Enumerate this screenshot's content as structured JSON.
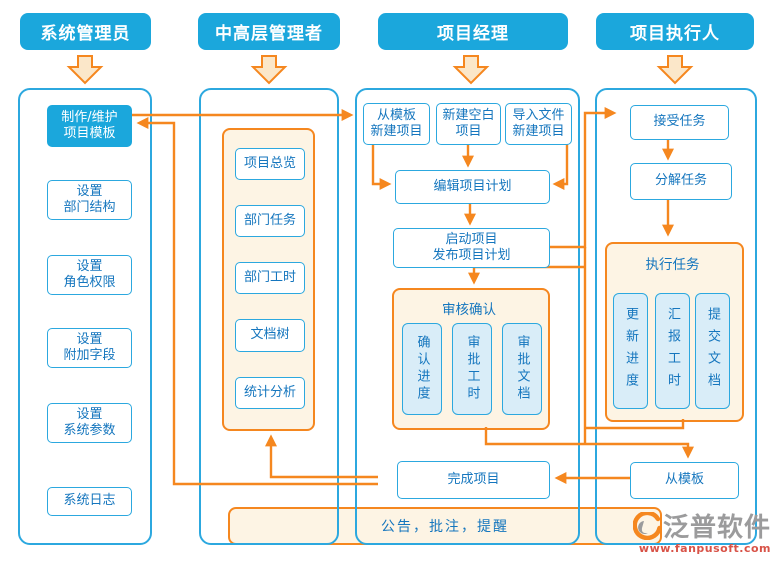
{
  "colors": {
    "header_bg": "#1BA7DC",
    "box_border": "#2CA8DF",
    "box_text": "#1576BE",
    "orange": "#F5871F",
    "cream": "#FDF4E4",
    "arrow_fill": "#FBE7C9",
    "panel_fill": "#D9EDF8",
    "watermark_gray": "#9B9B9C",
    "watermark_red": "#D85348"
  },
  "columns": [
    {
      "header": "系统管理员",
      "boxes": [
        {
          "line1": "制作/维护",
          "line2": "项目模板"
        },
        {
          "line1": "设置",
          "line2": "部门结构"
        },
        {
          "line1": "设置",
          "line2": "角色权限"
        },
        {
          "line1": "设置",
          "line2": "附加字段"
        },
        {
          "line1": "设置",
          "line2": "系统参数"
        },
        {
          "line1": "系统日志",
          "line2": ""
        }
      ]
    },
    {
      "header": "中高层管理者",
      "group_boxes": [
        "项目总览",
        "部门任务",
        "部门工时",
        "文档树",
        "统计分析"
      ]
    },
    {
      "header": "项目经理",
      "create_boxes": [
        {
          "line1": "从模板",
          "line2": "新建项目"
        },
        {
          "line1": "新建空白",
          "line2": "项目"
        },
        {
          "line1": "导入文件",
          "line2": "新建项目"
        }
      ],
      "edit": "编辑项目计划",
      "launch": {
        "line1": "启动项目",
        "line2": "发布项目计划"
      },
      "review_group": {
        "title": "审核确认",
        "items": [
          "确认进度",
          "审批工时",
          "审批文档"
        ]
      },
      "finish": "完成项目"
    },
    {
      "header": "项目执行人",
      "accept": "接受任务",
      "decompose": "分解任务",
      "exec_group": {
        "title": "执行任务",
        "items": [
          "更新进度",
          "汇报工时",
          "提交文档"
        ]
      },
      "from_template": "从模板"
    }
  ],
  "bottom_bar": "公告，批注，提醒",
  "watermark": {
    "brand": "泛普软件",
    "url": "www.fanpusoft.com"
  }
}
